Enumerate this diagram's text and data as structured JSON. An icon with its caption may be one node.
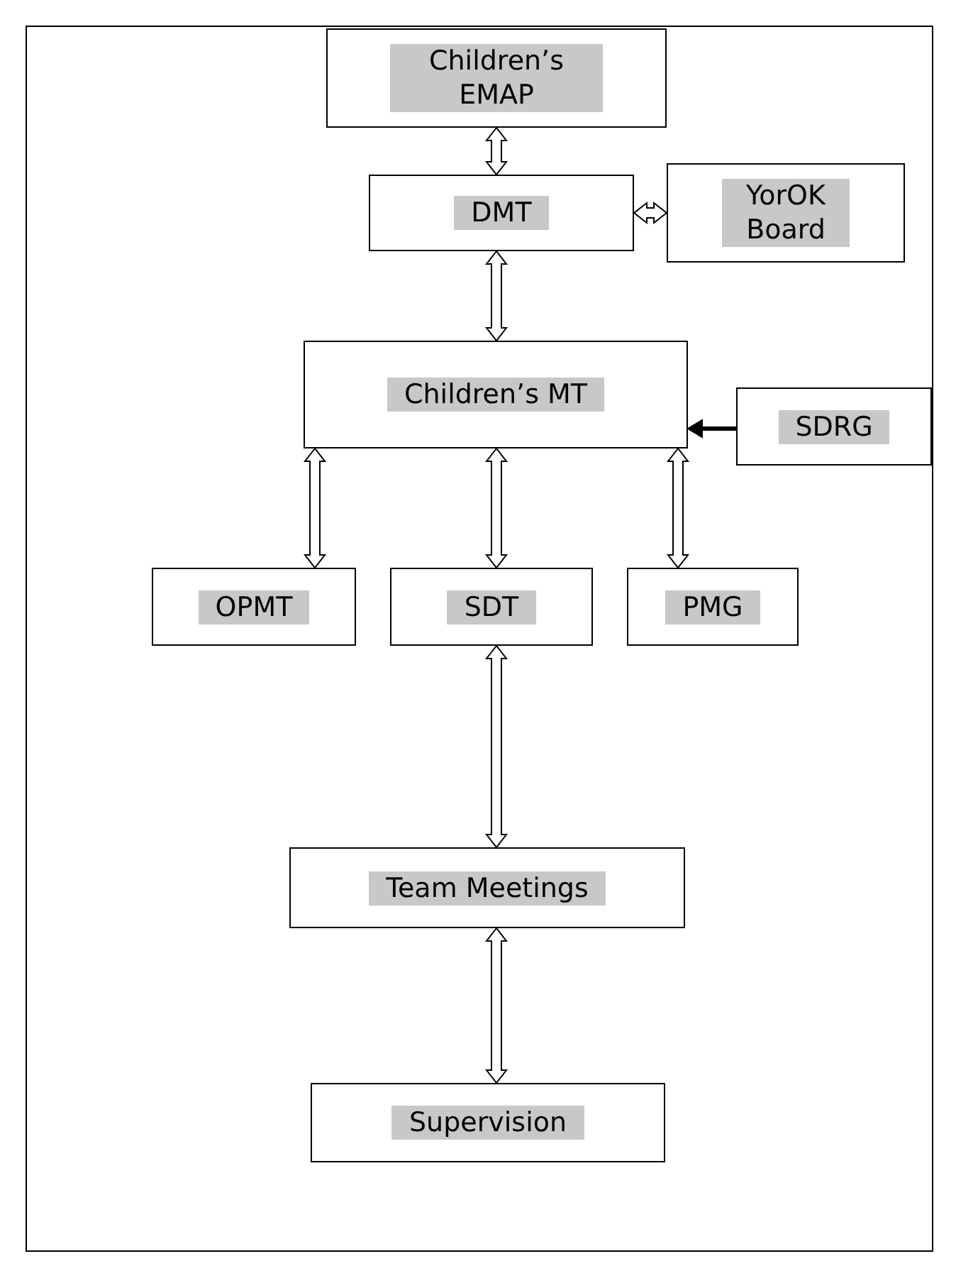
{
  "diagram": {
    "nodes": [
      {
        "text": [
          "Children’s EMAP"
        ]
      },
      {
        "text": [
          "DMT"
        ]
      },
      {
        "text": [
          "YorOK Board"
        ]
      },
      {
        "text": [
          "Children’s MT"
        ]
      },
      {
        "text": [
          "SDRG"
        ]
      },
      {
        "text": [
          "OPMT"
        ]
      },
      {
        "text": [
          "SDT"
        ]
      },
      {
        "text": [
          "PMG"
        ]
      },
      {
        "text": [
          "Team Meetings"
        ]
      },
      {
        "text": [
          "Supervision"
        ]
      }
    ],
    "edges": [
      {
        "from": 0,
        "to": 1,
        "arrow": "both"
      },
      {
        "from": 1,
        "to": 2,
        "arrow": "both"
      },
      {
        "from": 1,
        "to": 3,
        "arrow": "both"
      },
      {
        "from": 4,
        "to": 3,
        "arrow": "to",
        "color": "#000000"
      },
      {
        "from": 3,
        "to": 5,
        "arrow": "both"
      },
      {
        "from": 3,
        "to": 6,
        "arrow": "both"
      },
      {
        "from": 3,
        "to": 7,
        "arrow": "both"
      },
      {
        "from": 6,
        "to": 8,
        "arrow": "both"
      },
      {
        "from": 8,
        "to": 9,
        "arrow": "both"
      }
    ]
  }
}
